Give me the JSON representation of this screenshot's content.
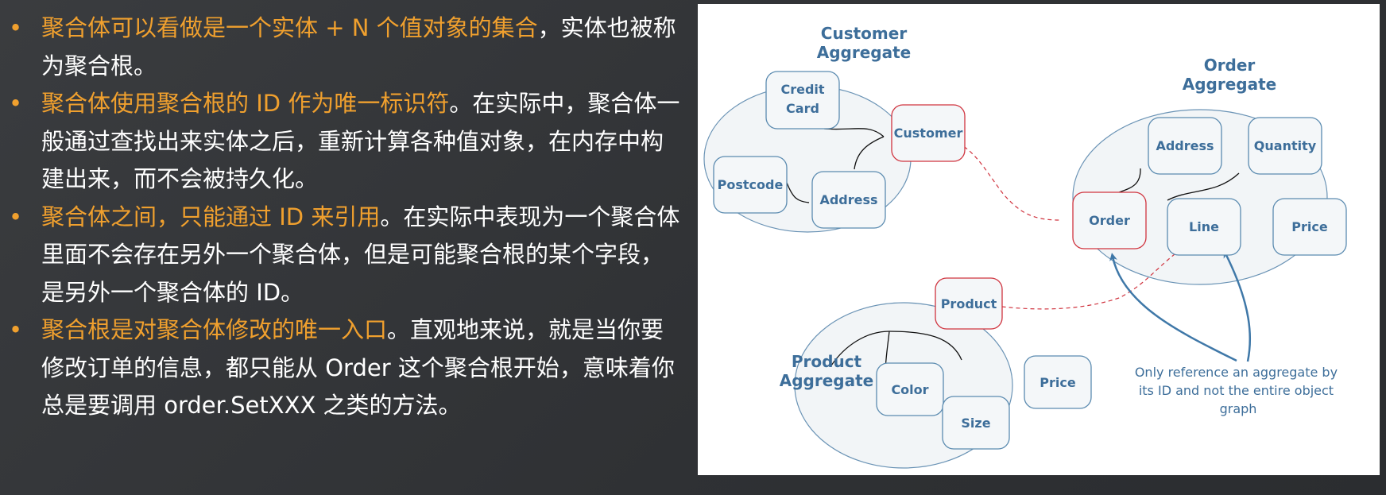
{
  "bullets": [
    {
      "highlight": "聚合体可以看做是一个实体 + N 个值对象的集合",
      "rest": "，实体也被称为聚合根。"
    },
    {
      "highlight": "聚合体使用聚合根的 ID 作为唯一标识符",
      "rest": "。在实际中，聚合体一般通过查找出来实体之后，重新计算各种值对象，在内存中构建出来，而不会被持久化。"
    },
    {
      "highlight": "聚合体之间，只能通过 ID 来引用",
      "rest": "。在实际中表现为一个聚合体里面不会存在另外一个聚合体，但是可能聚合根的某个字段，是另外一个聚合体的 ID。"
    },
    {
      "highlight": "聚合根是对聚合体修改的唯一入口",
      "rest": "。直观地来说，就是当你要修改订单的信息，都只能从 Order 这个聚合根开始，意味着你总是要调用 order.SetXXX 之类的方法。"
    }
  ],
  "diagram": {
    "aggregates": {
      "customer": [
        "Customer",
        "Aggregate"
      ],
      "order": [
        "Order",
        "Aggregate"
      ],
      "product": [
        "Product",
        "Aggregate"
      ]
    },
    "nodes": {
      "credit_card": [
        "Credit",
        "Card"
      ],
      "customer": "Customer",
      "postcode": "Postcode",
      "address_c": "Address",
      "address_o": "Address",
      "quantity": "Quantity",
      "order": "Order",
      "line": "Line",
      "price_o": "Price",
      "product": "Product",
      "color": "Color",
      "size": "Size",
      "price_p": "Price"
    },
    "note": [
      "Only reference an aggregate by",
      "its ID and not the entire object",
      "graph"
    ],
    "colors": {
      "text_blue": "#3d6e9a",
      "root_border": "#d0343f",
      "node_border": "#5b8bb0",
      "ellipse_border": "#6a93b5",
      "arrow": "#3f78a8",
      "bullet_orange": "#f0a02e"
    }
  }
}
